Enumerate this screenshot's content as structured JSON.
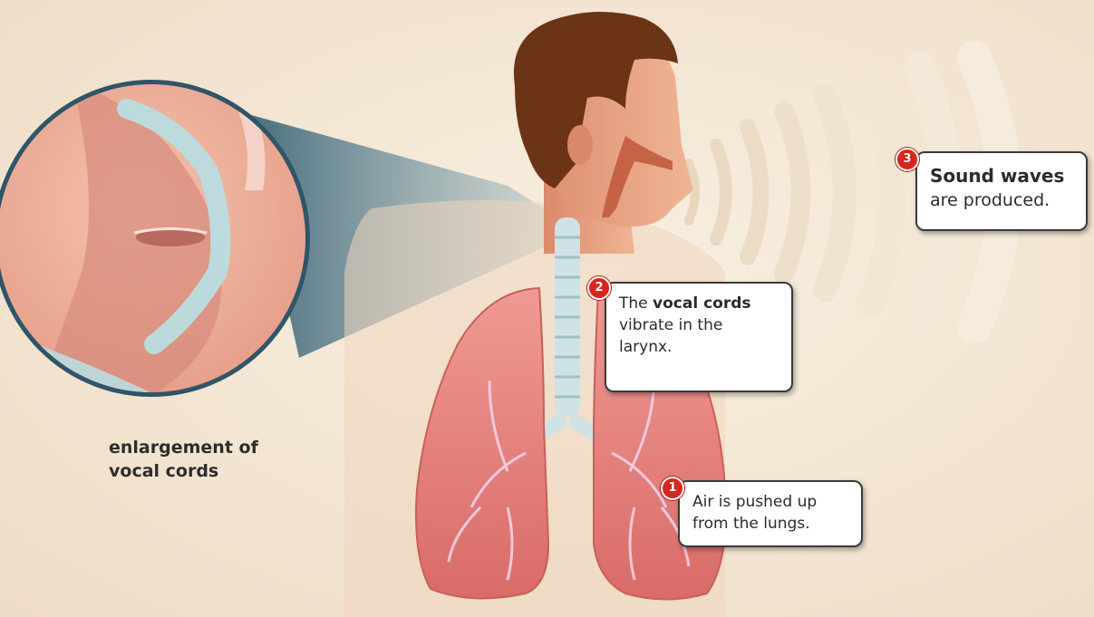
{
  "callouts": {
    "step1": {
      "number": "1",
      "text": "Air is pushed up from the lungs."
    },
    "step2": {
      "number": "2",
      "pre": "The ",
      "bold": "vocal cords",
      "post": " vibrate in the larynx."
    },
    "step3": {
      "number": "3",
      "bold": "Sound waves",
      "post": "are produced."
    }
  },
  "enlargement_label": "enlargement of vocal cords",
  "colors": {
    "background": "#f3e6d2",
    "lung": "#e7837e",
    "skin": "#e9a484",
    "hair": "#6b3417",
    "badge": "#d7261e",
    "callout_border": "#3a3a3a"
  }
}
